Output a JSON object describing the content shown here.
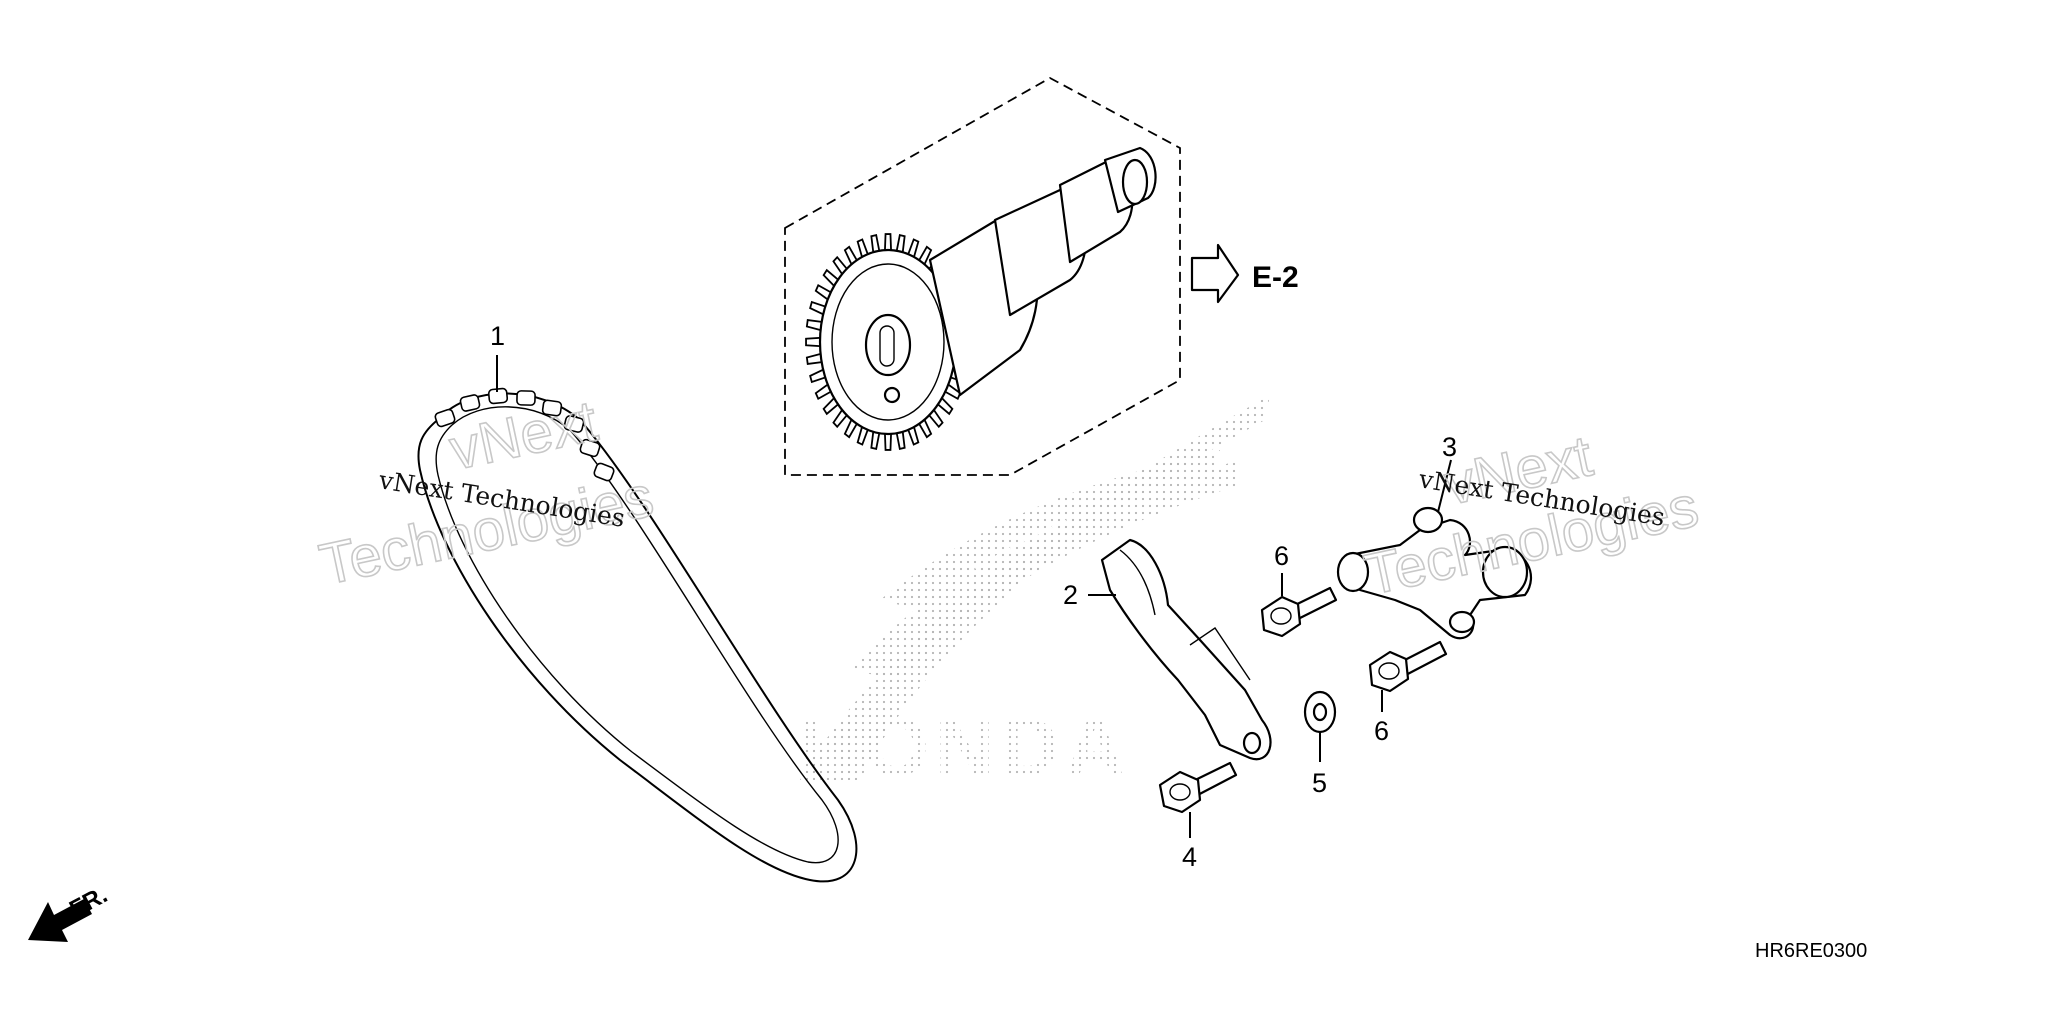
{
  "callouts": [
    "1",
    "2",
    "3",
    "4",
    "5",
    "6",
    "6"
  ],
  "reference": "E-2",
  "drawing_code": "HR6RE0300",
  "direction_label": "FR.",
  "watermark": {
    "brand": "vNext",
    "word": "Technologies",
    "caption": "vNext Technologies"
  }
}
